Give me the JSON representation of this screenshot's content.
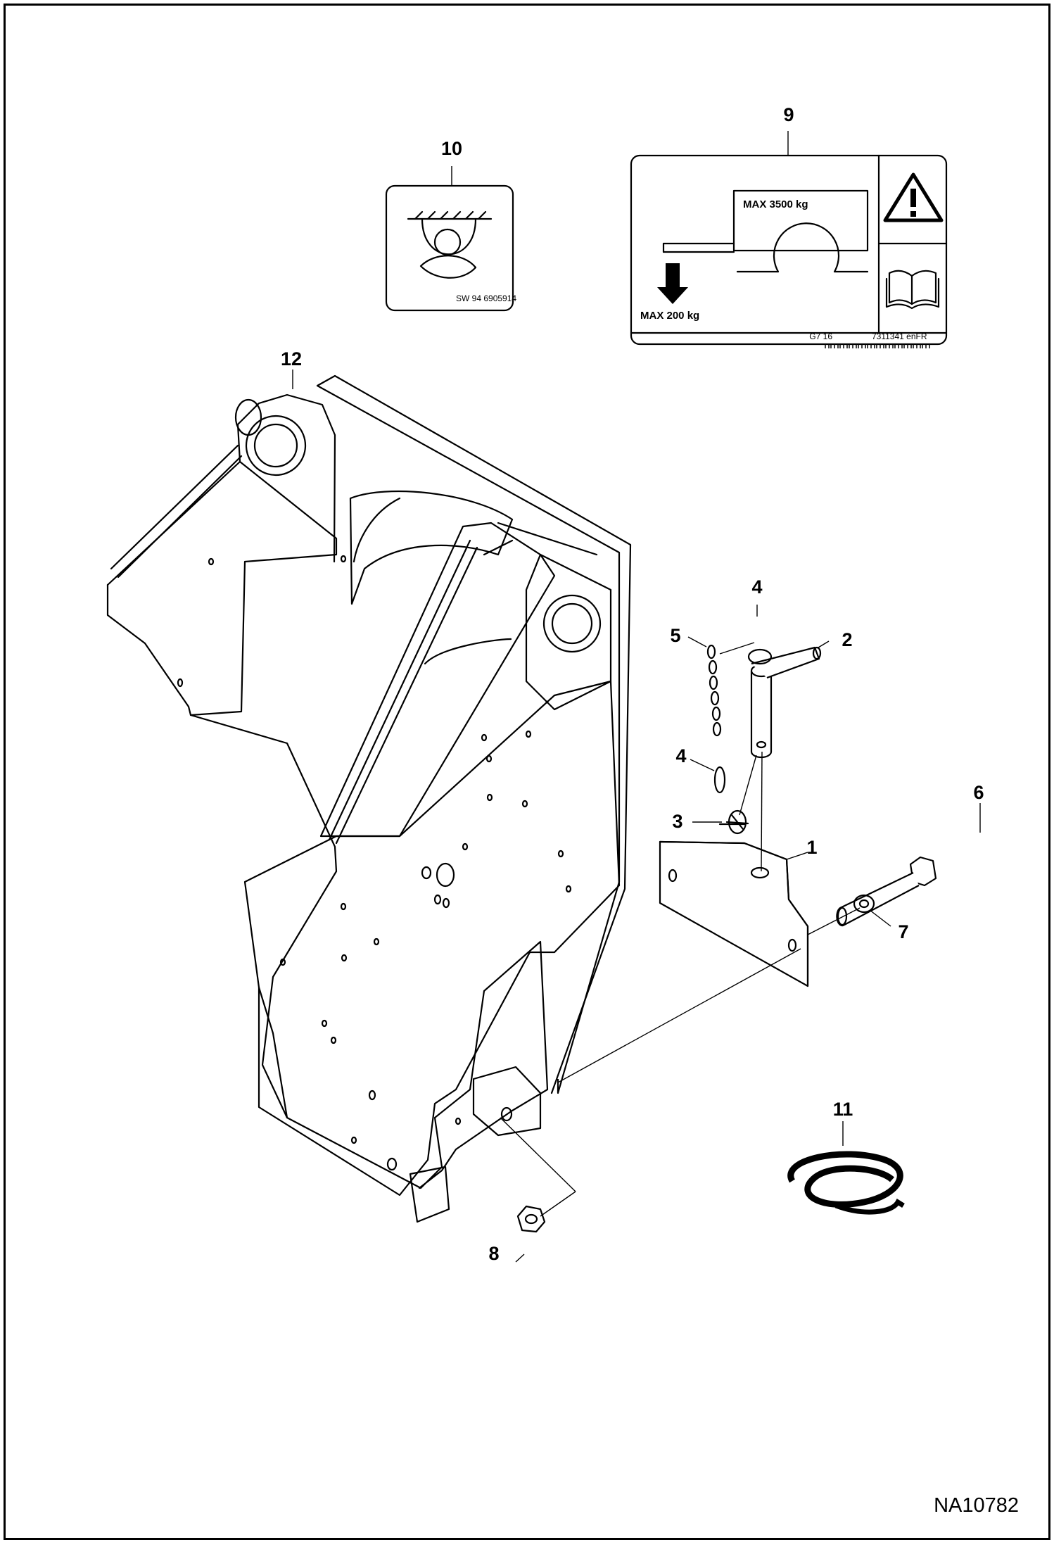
{
  "figure_id": "NA10782",
  "callouts": [
    "1",
    "2",
    "3",
    "4",
    "4",
    "5",
    "6",
    "7",
    "8",
    "9",
    "10",
    "11",
    "12"
  ],
  "decal_9": {
    "max_trailer": "MAX 3500 kg",
    "max_tongue": "MAX 200 kg",
    "code_left": "G7 16",
    "code_right": "7311341 enFR"
  },
  "decal_10": {
    "code": "SW 94  6905914"
  },
  "icons": [
    "warning-triangle-icon",
    "manual-book-icon",
    "down-arrow-icon",
    "hook-icon"
  ]
}
